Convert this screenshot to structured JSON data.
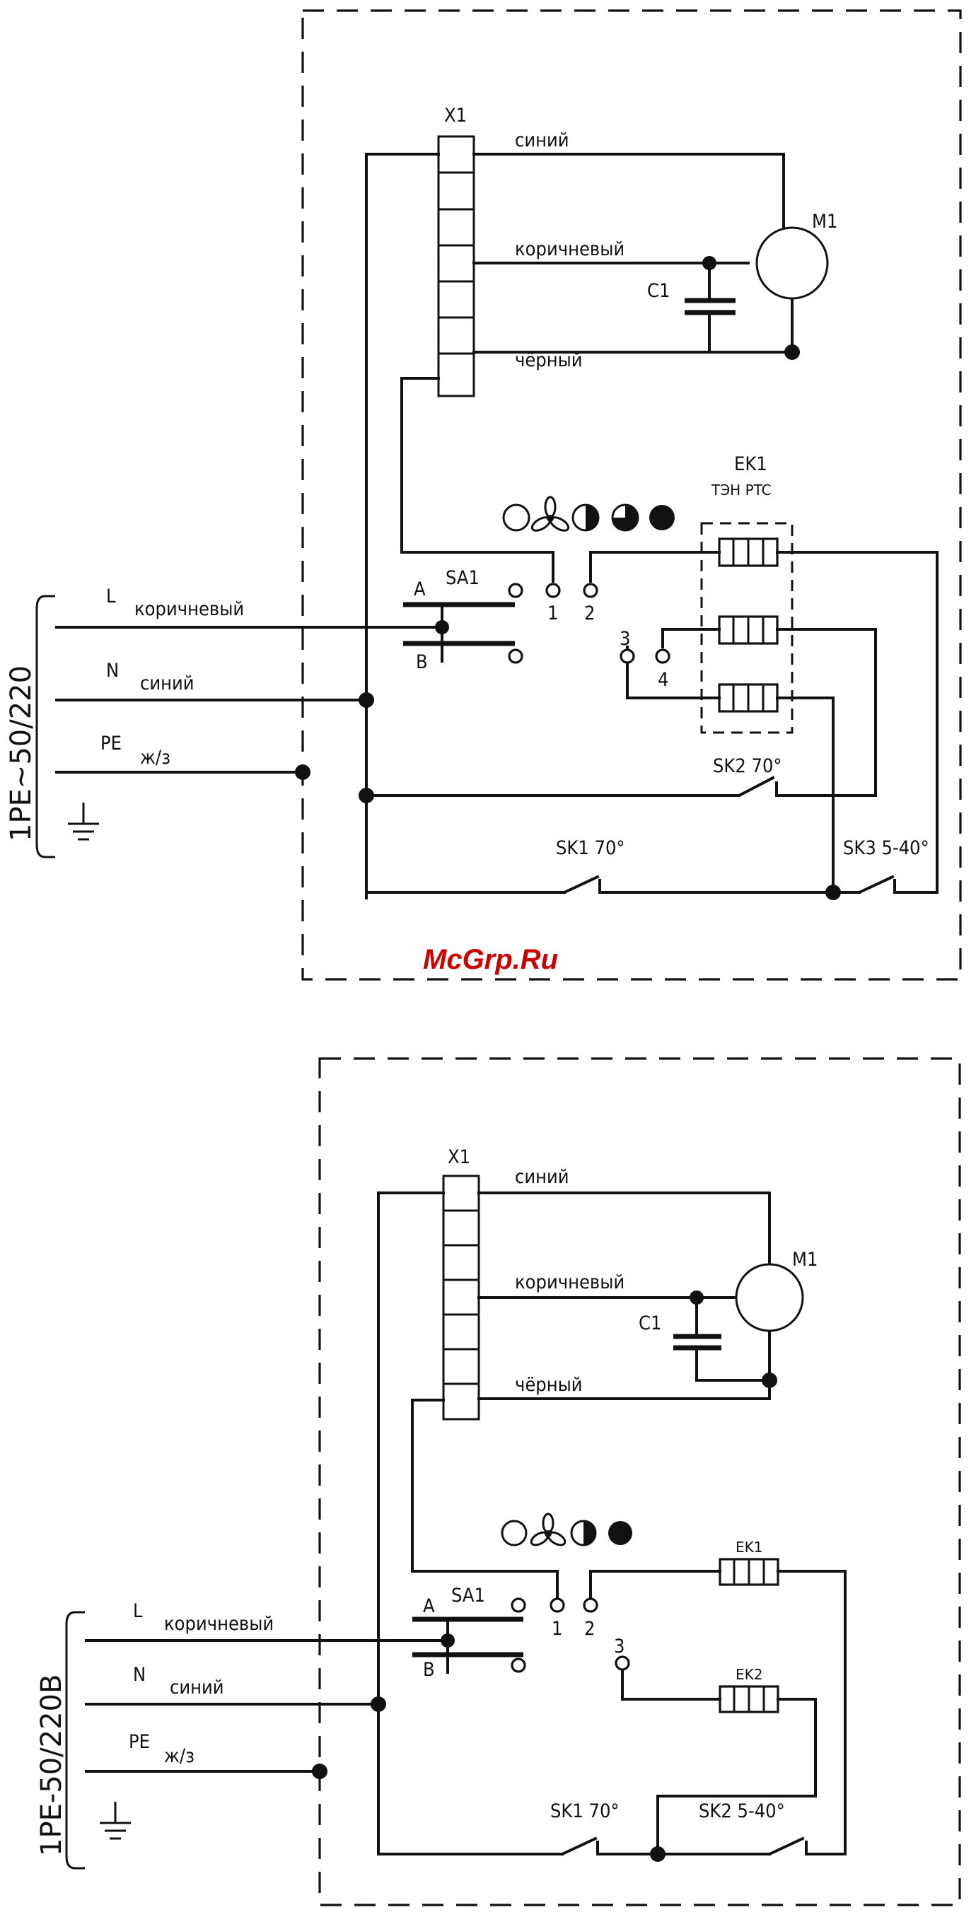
{
  "watermark": "McGrp.Ru",
  "top": {
    "supply_label": "1PE~50/220",
    "x1": "X1",
    "m1": "M1",
    "c1": "C1",
    "wire_blue": "синий",
    "wire_brown": "коричневый",
    "wire_black": "чёрный",
    "ek1": "EK1",
    "ek1_sub": "ТЭН PTC",
    "sa1": "SA1",
    "pos_a": "A",
    "pos_b": "B",
    "c_1": "1",
    "c_2": "2",
    "c_3": "3",
    "c_4": "4",
    "l": "L",
    "l_color": "коричневый",
    "n": "N",
    "n_color": "синий",
    "pe": "PE",
    "pe_color": "ж/з",
    "sk2": "SK2 70°",
    "sk1": "SK1 70°",
    "sk3": "SK3 5-40°"
  },
  "bottom": {
    "supply_label": "1PE-50/220B",
    "x1": "X1",
    "m1": "M1",
    "c1": "C1",
    "wire_blue": "синий",
    "wire_brown": "коричневый",
    "wire_black": "чёрный",
    "ek1": "EK1",
    "ek2": "EK2",
    "sa1": "SA1",
    "pos_a": "A",
    "pos_b": "B",
    "c_1": "1",
    "c_2": "2",
    "c_3": "3",
    "l": "L",
    "l_color": "коричневый",
    "n": "N",
    "n_color": "синий",
    "pe": "PE",
    "pe_color": "ж/з",
    "sk1": "SK1 70°",
    "sk2": "SK2 5-40°"
  }
}
